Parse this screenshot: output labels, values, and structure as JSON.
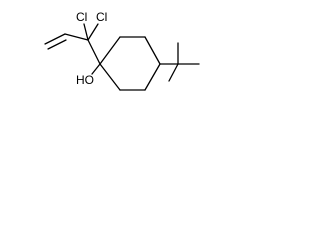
{
  "structure": {
    "atom_labels": {
      "cl_left": "Cl",
      "cl_right": "Cl",
      "hydroxyl": "HO"
    },
    "colors": {
      "bond": "#000000",
      "text": "#000000",
      "background": "#ffffff"
    }
  }
}
